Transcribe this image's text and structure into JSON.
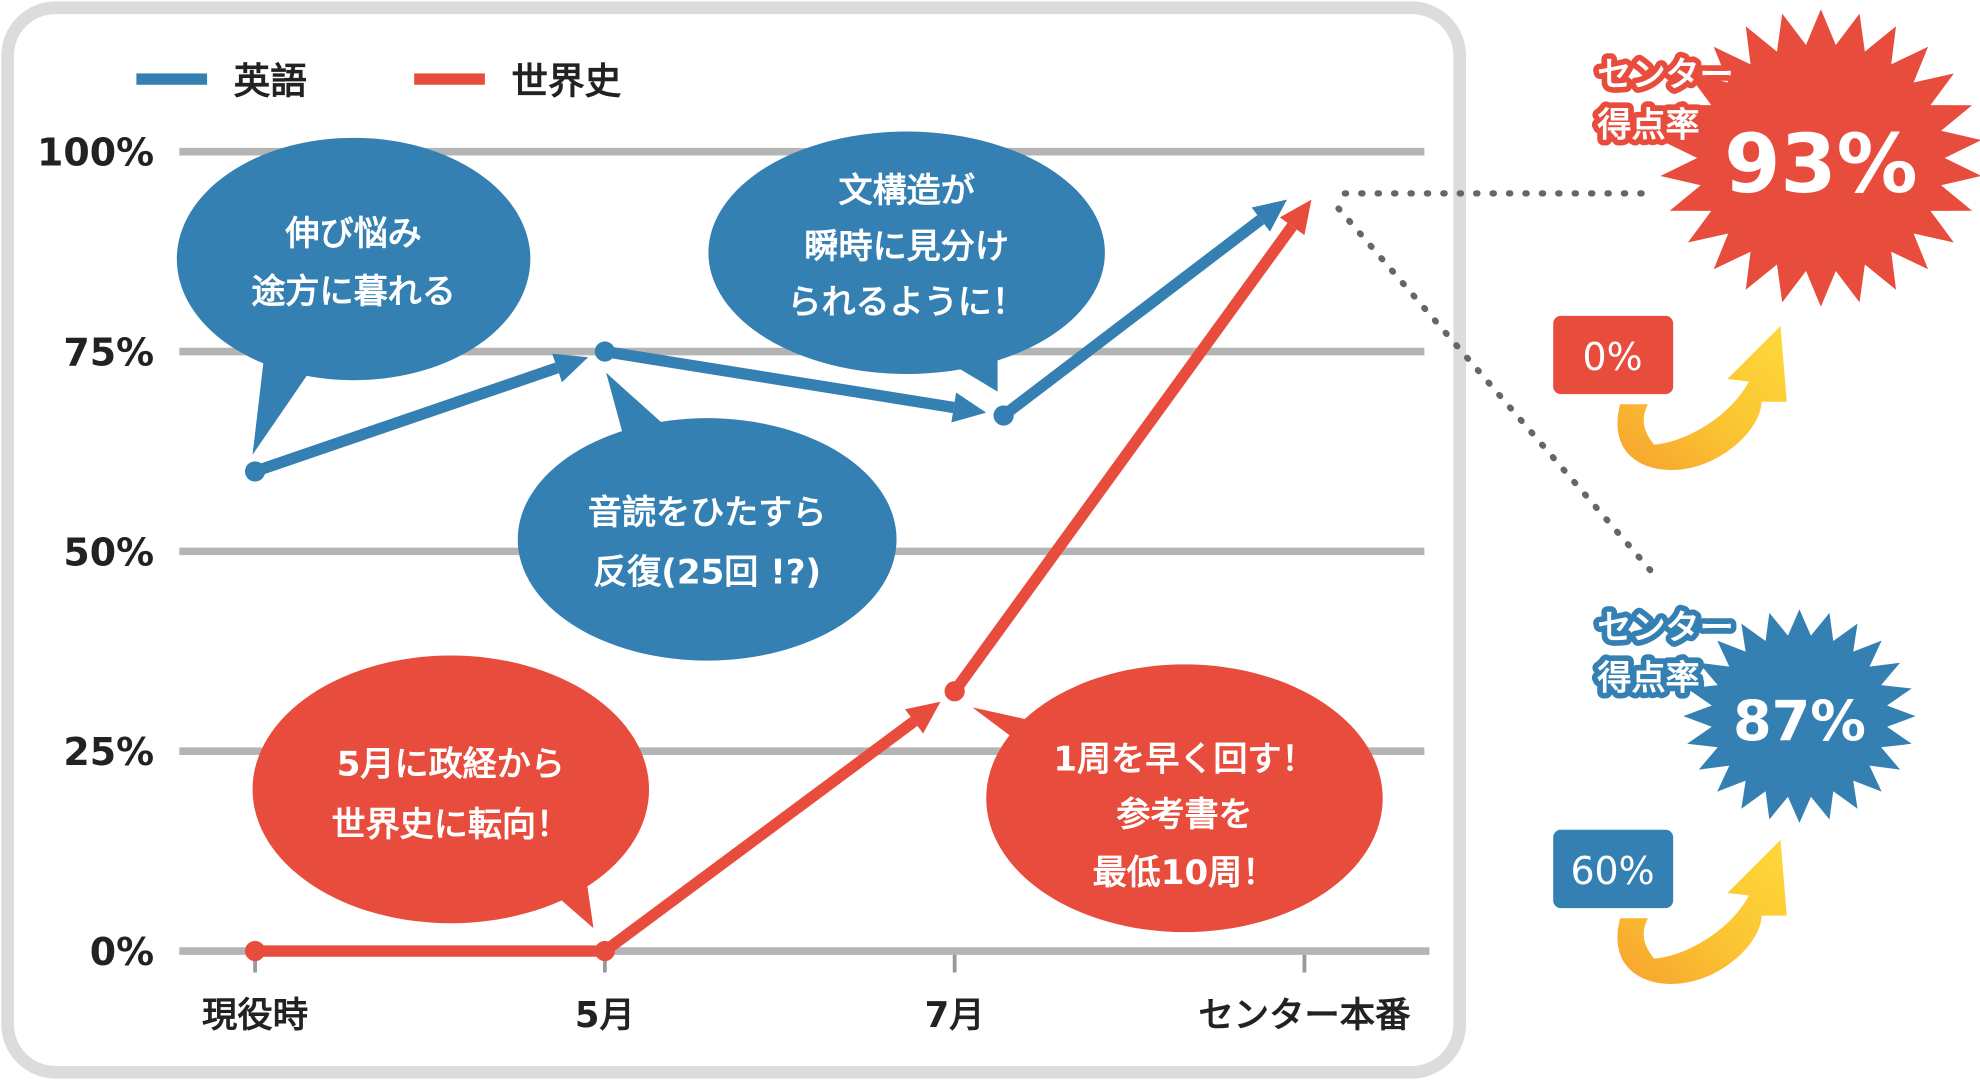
{
  "chart_data": {
    "type": "line",
    "title": "",
    "xlabel": "",
    "ylabel": "",
    "categories": [
      "現役時",
      "5月",
      "7月",
      "センター本番"
    ],
    "y_ticks": [
      "0%",
      "25%",
      "50%",
      "75%",
      "100%"
    ],
    "ylim": [
      0,
      100
    ],
    "grid": true,
    "legend_position": "top-left",
    "series": [
      {
        "name": "英語",
        "color": "#3580b3",
        "x": [
          0,
          1,
          2.14,
          2.95
        ],
        "values": [
          60,
          75,
          67,
          94
        ]
      },
      {
        "name": "世界史",
        "color": "#e84c3d",
        "x": [
          0,
          1,
          2,
          3.02
        ],
        "values": [
          0,
          0,
          32.5,
          94
        ]
      }
    ],
    "annotations": {
      "bubbles": [
        {
          "series": "英語",
          "lines": [
            "伸び悩み",
            "途方に暮れる"
          ]
        },
        {
          "series": "英語",
          "lines": [
            "文構造が",
            "瞬時に見分け",
            "られるように！"
          ]
        },
        {
          "series": "英語",
          "lines": [
            "音読をひたすら",
            "反復(25回 !?)"
          ]
        },
        {
          "series": "世界史",
          "lines": [
            "5月に政経から",
            "世界史に転向！"
          ]
        },
        {
          "series": "世界史",
          "lines": [
            "1周を早く回す！",
            "参考書を",
            "最低10周！"
          ]
        }
      ]
    },
    "results": [
      {
        "series": "世界史",
        "label_lines": [
          "センター",
          "得点率"
        ],
        "score": "93%",
        "start": "0%",
        "color": "#e84c3d"
      },
      {
        "series": "英語",
        "label_lines": [
          "センター",
          "得点率"
        ],
        "score": "87%",
        "start": "60%",
        "color": "#3580b3"
      }
    ]
  }
}
